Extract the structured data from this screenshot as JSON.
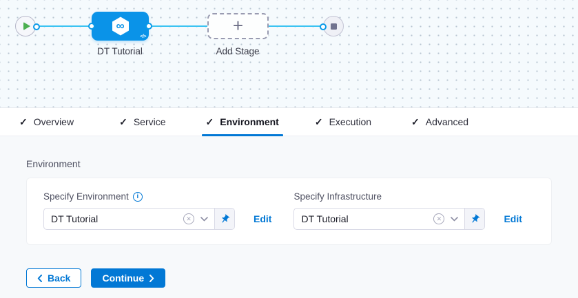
{
  "glyphs": {
    "check": "✓",
    "plus": "+",
    "infinity": "∞",
    "code": "</>",
    "clear": "✕",
    "info": "i"
  },
  "canvas": {
    "stage_label": "DT Tutorial",
    "add_stage_label": "Add Stage"
  },
  "tabs": [
    {
      "label": "Overview"
    },
    {
      "label": "Service"
    },
    {
      "label": "Environment"
    },
    {
      "label": "Execution"
    },
    {
      "label": "Advanced"
    }
  ],
  "section": {
    "heading": "Environment",
    "fields": [
      {
        "label": "Specify Environment",
        "value": "DT Tutorial",
        "edit": "Edit"
      },
      {
        "label": "Specify Infrastructure",
        "value": "DT Tutorial",
        "edit": "Edit"
      }
    ]
  },
  "footer": {
    "back": "Back",
    "continue": "Continue"
  },
  "colors": {
    "accent": "#0278d5",
    "stage_blue": "#0a93e8",
    "edge_blue": "#3bc3f2",
    "success_green": "#4caf50"
  }
}
